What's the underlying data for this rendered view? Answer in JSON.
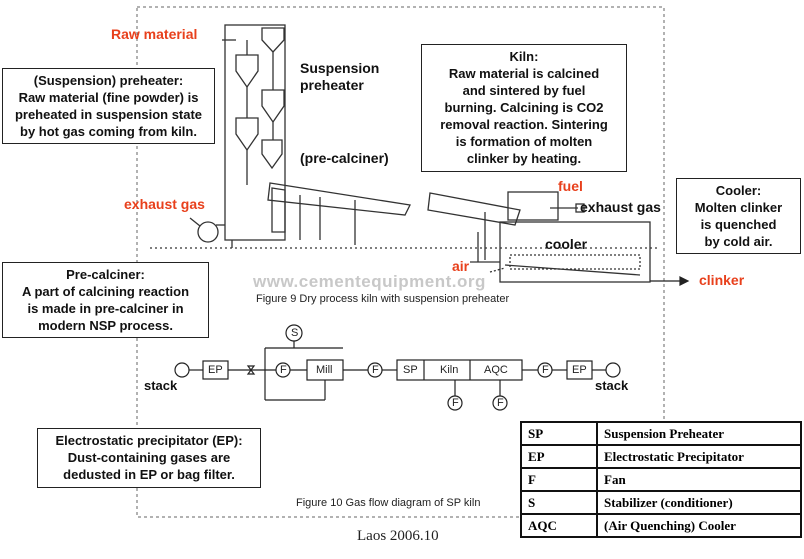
{
  "red_labels": {
    "raw_material": "Raw material",
    "exhaust_gas": "exhaust gas",
    "fuel": "fuel",
    "air": "air",
    "clinker": "clinker"
  },
  "plant_labels": {
    "suspension_preheater": [
      "Suspension",
      "preheater"
    ],
    "pre_calciner": "(pre-calciner)",
    "exhaust_gas_right": "exhaust gas",
    "cooler": "cooler"
  },
  "boxes": {
    "preheater": [
      "(Suspension) preheater:",
      "Raw material (fine powder) is",
      "preheated in suspension state",
      "by hot gas coming from kiln."
    ],
    "kiln": [
      "Kiln:",
      "Raw material is calcined",
      "and sintered by fuel",
      "burning. Calcining is CO2",
      "removal reaction. Sintering",
      "is formation of molten",
      "clinker by heating."
    ],
    "cooler": [
      "Cooler:",
      "Molten clinker",
      "is quenched",
      "by cold air."
    ],
    "precalciner": [
      "Pre-calciner:",
      "A part of calcining reaction",
      "is made in pre-calciner in",
      "modern NSP process."
    ],
    "ep": [
      "Electrostatic precipitator (EP):",
      "Dust-containing gases are",
      "dedusted in EP or bag filter."
    ]
  },
  "watermark": "www.cementequipment.org",
  "figure9_caption": "Figure 9 Dry process kiln with suspension preheater",
  "figure10_caption": "Figure 10 Gas flow diagram of SP kiln",
  "flow": {
    "stack": "stack",
    "ep": "EP",
    "f": "F",
    "s": "S",
    "mill": "Mill",
    "sp": "SP",
    "kiln": "Kiln",
    "aqc": "AQC"
  },
  "legend": [
    {
      "abbr": "SP",
      "meaning": "Suspension Preheater"
    },
    {
      "abbr": "EP",
      "meaning": "Electrostatic Precipitator"
    },
    {
      "abbr": "F",
      "meaning": "Fan"
    },
    {
      "abbr": "S",
      "meaning": "Stabilizer (conditioner)"
    },
    {
      "abbr": "AQC",
      "meaning": "(Air Quenching) Cooler"
    }
  ],
  "footer": "Laos 2006.10"
}
